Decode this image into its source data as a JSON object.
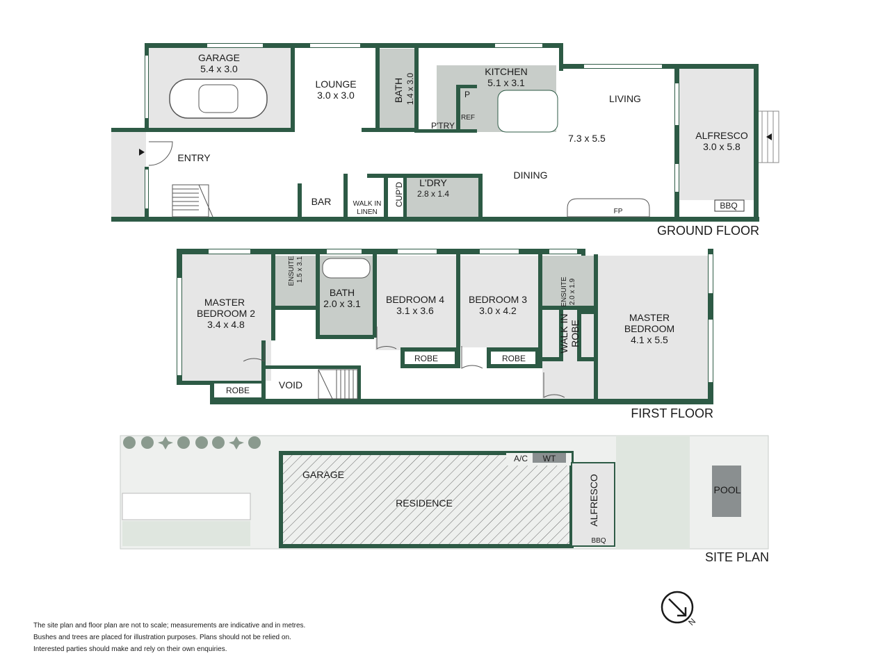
{
  "ground_floor": {
    "title": "GROUND FLOOR",
    "rooms": {
      "garage": {
        "name": "GARAGE",
        "size": "5.4 x 3.0"
      },
      "lounge": {
        "name": "LOUNGE",
        "size": "3.0 x 3.0"
      },
      "bath": {
        "name": "BATH",
        "size": "1.4 x 3.0"
      },
      "kitchen": {
        "name": "KITCHEN",
        "size": "5.1 x 3.1"
      },
      "pantry": "P",
      "ptry": "P'TRY",
      "ref": "REF",
      "living": {
        "name": "LIVING",
        "size": "7.3 x 5.5"
      },
      "alfresco": {
        "name": "ALFRESCO",
        "size": "3.0 x 5.8"
      },
      "entry": "ENTRY",
      "dining": "DINING",
      "bar": "BAR",
      "walk_in_linen_1": "WALK IN",
      "walk_in_linen_2": "LINEN",
      "cupd": "CUP'D",
      "ldry": {
        "name": "L'DRY",
        "size": "2.8 x 1.4"
      },
      "fp": "FP",
      "bbq": "BBQ"
    }
  },
  "first_floor": {
    "title": "FIRST FLOOR",
    "rooms": {
      "master_bedroom_2": {
        "line1": "MASTER",
        "line2": "BEDROOM 2",
        "size": "3.4 x 4.8"
      },
      "ensuite_1": {
        "name": "ENSUITE",
        "size": "1.5 x 3.1"
      },
      "bath": {
        "name": "BATH",
        "size": "2.0 x 3.1"
      },
      "bedroom_4": {
        "name": "BEDROOM 4",
        "size": "3.1 x 3.6"
      },
      "bedroom_3": {
        "name": "BEDROOM 3",
        "size": "3.0 x 4.2"
      },
      "ensuite_2": {
        "name": "ENSUITE",
        "size": "2.0 x 1.9"
      },
      "master_bedroom": {
        "line1": "MASTER",
        "line2": "BEDROOM",
        "size": "4.1 x 5.5"
      },
      "walk_in_robe_1": "WALK IN",
      "walk_in_robe_2": "ROBE",
      "robe_1": "ROBE",
      "robe_2": "ROBE",
      "robe_3": "ROBE",
      "void": "VOID"
    }
  },
  "site_plan": {
    "title": "SITE PLAN",
    "labels": {
      "garage": "GARAGE",
      "residence": "RESIDENCE",
      "ac": "A/C",
      "wt": "WT",
      "alfresco": "ALFRESCO",
      "bbq": "BBQ",
      "pool": "POOL"
    }
  },
  "compass": {
    "label": "N"
  },
  "disclaimer": [
    "The site plan and floor plan are not to scale; measurements are indicative and in metres.",
    "Bushes and trees are placed for illustration purposes. Plans should not be relied on.",
    "Interested parties should make and rely on their own enquiries."
  ],
  "colors": {
    "wall": "#2d5a45",
    "room": "#e6e6e6",
    "wet_area": "#c8cdc9",
    "pool": "#8a8f90",
    "site_fill": "#eef0ee"
  }
}
